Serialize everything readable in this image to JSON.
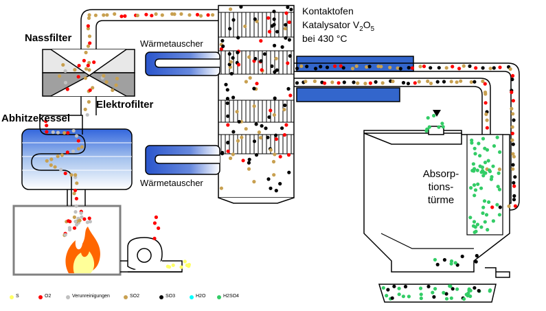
{
  "labels": {
    "nassfilter": "Nassfilter",
    "elektrofilter": "Elektrofilter",
    "abhitzekessel": "Abhitzekessel",
    "waermetauscher_top": "Wärmetauscher",
    "waermetauscher_bottom": "Wärmetauscher",
    "kontaktofen": "Kontaktofen",
    "katalysator_prefix": "Katalysator V",
    "katalysator_sub1": "2",
    "katalysator_o": "O",
    "katalysator_sub2": "5",
    "temperature": "bei 430 °C",
    "absorption_1": "Absorp-",
    "absorption_2": "tions-",
    "absorption_3": "türme"
  },
  "legend": [
    {
      "label": "S",
      "color": "#ffff66"
    },
    {
      "label": "O2",
      "color": "#ff0000"
    },
    {
      "label": "Verunreinigungen",
      "color": "#c0c0c0"
    },
    {
      "label": "SO2",
      "color": "#c8a050"
    },
    {
      "label": "SO3",
      "color": "#000000"
    },
    {
      "label": "H2O",
      "color": "#00ffff"
    },
    {
      "label": "H2SO4",
      "color": "#33cc66"
    }
  ],
  "colors": {
    "s": "#ffff66",
    "o2": "#ff0000",
    "impurity": "#c0c0c0",
    "so2": "#c8a050",
    "so3": "#000000",
    "h2o": "#00ffff",
    "h2so4": "#33cc66",
    "pipe_outline": "#000000",
    "heat_exchanger": "#3366cc",
    "flame_outer": "#ff6600",
    "flame_inner": "#ffff99"
  }
}
